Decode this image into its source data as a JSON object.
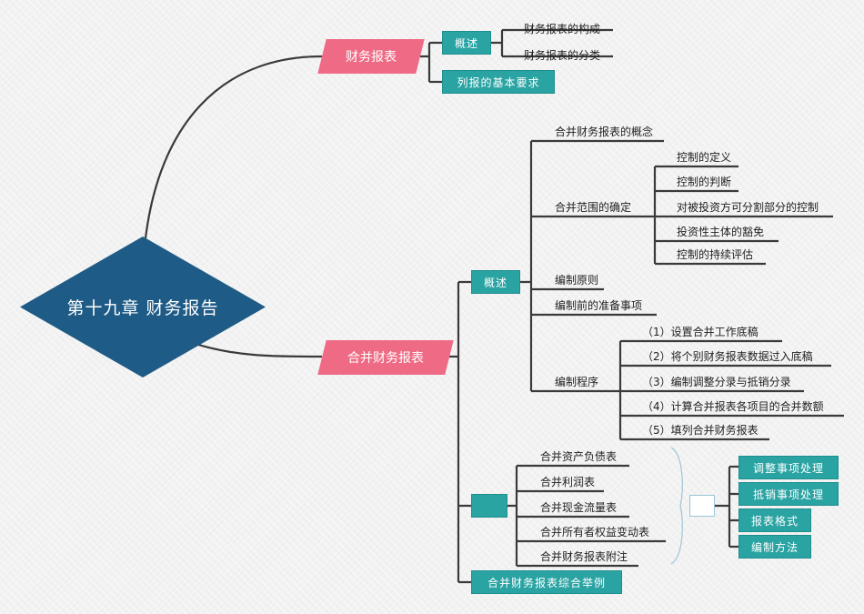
{
  "root": {
    "title": "第十九章  财务报告"
  },
  "branch1": {
    "label": "财务报表",
    "overview": {
      "label": "概述",
      "items": [
        "财务报表的构成",
        "财务报表的分类"
      ]
    },
    "requirements": {
      "label": "列报的基本要求"
    }
  },
  "branch2": {
    "label": "合并财务报表",
    "overview": {
      "label": "概述",
      "concept": "合并财务报表的概念",
      "scope": {
        "label": "合并范围的确定",
        "items": [
          "控制的定义",
          "控制的判断",
          "对被投资方可分割部分的控制",
          "投资性主体的豁免",
          "控制的持续评估"
        ]
      },
      "principle": "编制原则",
      "preparation": "编制前的准备事项",
      "procedure": {
        "label": "编制程序",
        "items": [
          "（1）设置合并工作底稿",
          "（2）将个别财务报表数据过入底稿",
          "（3）编制调整分录与抵销分录",
          "（4）计算合并报表各项目的合并数额",
          "（5）填列合并财务报表"
        ]
      }
    },
    "statements": {
      "label": "",
      "items": [
        "合并资产负债表",
        "合并利润表",
        "合并现金流量表",
        "合并所有者权益变动表",
        "合并财务报表附注"
      ],
      "aspects": [
        "调整事项处理",
        "抵销事项处理",
        "报表格式",
        "编制方法"
      ]
    },
    "example": {
      "label": "合并财务报表综合举例"
    }
  }
}
